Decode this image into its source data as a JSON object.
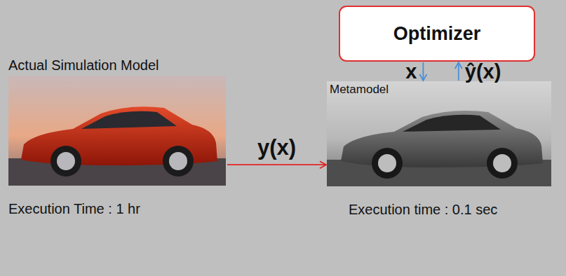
{
  "diagram": {
    "nodes": [
      {
        "text": [
          "Optimizer"
        ]
      },
      {
        "text": [
          "Actual Simulation Model",
          "Execution Time : 1 hr"
        ]
      },
      {
        "text": [
          "Metamodel",
          "Execution time : 0.1 sec"
        ]
      }
    ],
    "edges": [
      {
        "from": 1,
        "to": 2,
        "label": "y(x)",
        "arrow": "to"
      },
      {
        "from": 0,
        "to": 2,
        "label": "x",
        "arrow": "to"
      },
      {
        "from": 2,
        "to": 0,
        "label": "ŷ(x)",
        "arrow": "to"
      }
    ]
  }
}
